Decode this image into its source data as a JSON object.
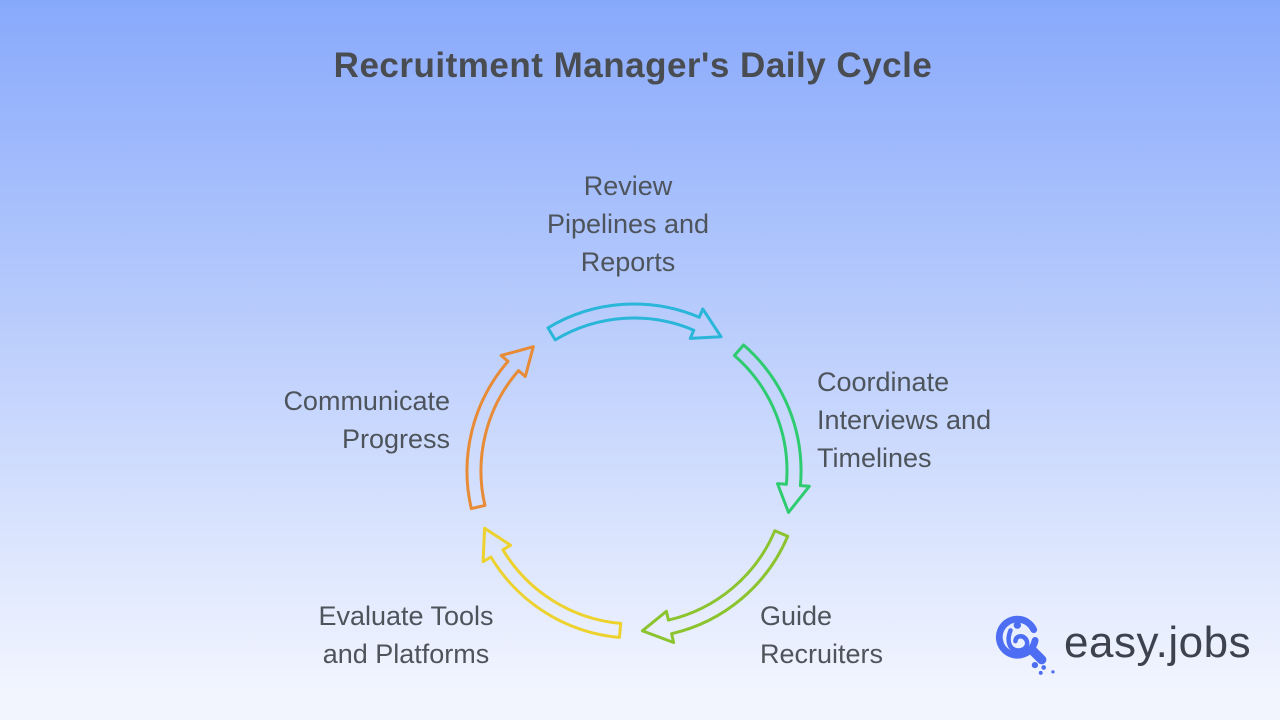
{
  "title": "Recruitment Manager's Daily Cycle",
  "diagram": {
    "type": "cycle",
    "direction": "clockwise",
    "steps": [
      {
        "position": "top",
        "label": "Review Pipelines and Reports",
        "lines": [
          "Review",
          "Pipelines and",
          "Reports"
        ],
        "arrow_color": "#29b6d8"
      },
      {
        "position": "right",
        "label": "Coordinate Interviews and Timelines",
        "lines": [
          "Coordinate",
          "Interviews and",
          "Timelines"
        ],
        "arrow_color": "#2fcb71"
      },
      {
        "position": "bottom-right",
        "label": "Guide Recruiters",
        "lines": [
          "Guide",
          "Recruiters"
        ],
        "arrow_color": "#8cc42f"
      },
      {
        "position": "bottom-left",
        "label": "Evaluate Tools and Platforms",
        "lines": [
          "Evaluate Tools",
          "and Platforms"
        ],
        "arrow_color": "#edd22e"
      },
      {
        "position": "left",
        "label": "Communicate Progress",
        "lines": [
          "Communicate",
          "Progress"
        ],
        "arrow_color": "#e88b36"
      }
    ]
  },
  "branding": {
    "logo_text": "easy.jobs"
  },
  "colors": {
    "background_top": "#88a9fb",
    "background_bottom": "#f2f5fe",
    "title_text": "#494d52",
    "label_text": "#4e545b",
    "logo_blue": "#4d6ef2",
    "logo_text": "#3d434e"
  }
}
